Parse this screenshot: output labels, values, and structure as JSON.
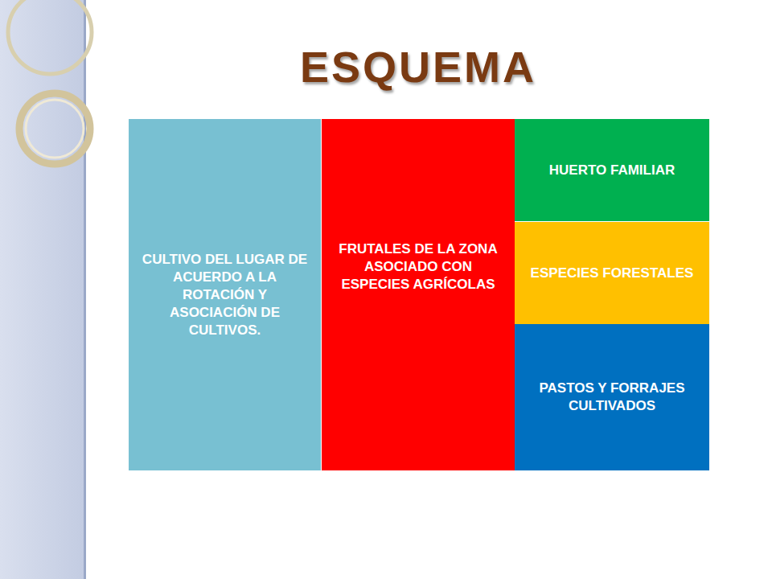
{
  "diagram": {
    "title": "ESQUEMA",
    "nodes": [
      {
        "text": [
          "CULTIVO DEL LUGAR DE ACUERDO A LA ROTACIÓN Y ASOCIACIÓN DE CULTIVOS."
        ]
      },
      {
        "text": [
          "FRUTALES DE LA ZONA ASOCIADO CON ESPECIES AGRÍCOLAS"
        ]
      },
      {
        "text": [
          "HUERTO FAMILIAR"
        ]
      },
      {
        "text": [
          "ESPECIES FORESTALES"
        ]
      },
      {
        "text": [
          "PASTOS Y FORRAJES CULTIVADOS"
        ]
      }
    ]
  }
}
